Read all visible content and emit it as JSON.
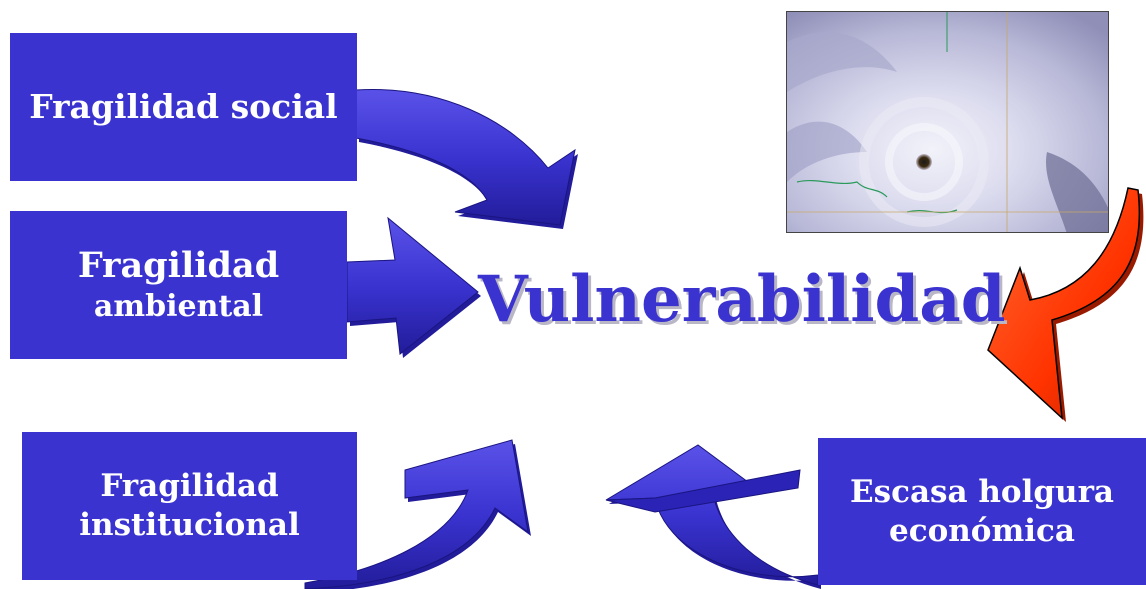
{
  "diagram": {
    "center_label": "Vulnerabilidad",
    "factors": {
      "social": "Fragilidad social",
      "ambiental_line1": "Fragilidad",
      "ambiental_line2": "ambiental",
      "institucional_line1": "Fragilidad",
      "institucional_line2": "institucional",
      "economica_line1": "Escasa holgura",
      "economica_line2": "económica"
    },
    "colors": {
      "box_fill": "#3a33d0",
      "arrow_blue": "#3a33d0",
      "arrow_red": "#ff3300",
      "title_color": "#3a33d0"
    },
    "image": {
      "subject": "hurricane-satellite-image"
    }
  }
}
